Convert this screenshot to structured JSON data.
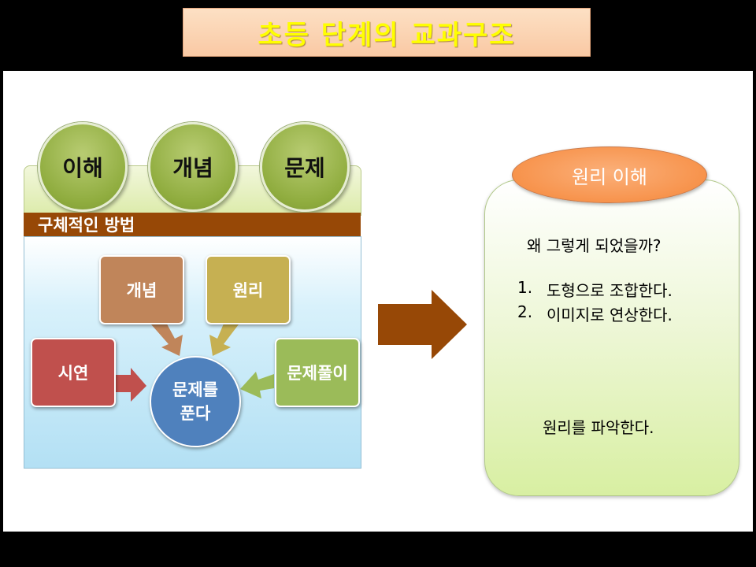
{
  "title": "초등 단계의 교과구조",
  "top_circles": [
    "이해",
    "개념",
    "문제"
  ],
  "method_label": "구체적인 방법",
  "method_boxes": {
    "concept": "개념",
    "principle": "원리",
    "demo": "시연",
    "problem_solving": "문제풀이"
  },
  "center": {
    "line1": "문제를",
    "line2": "푼다"
  },
  "right": {
    "oval_label": "원리 이해",
    "question": "왜 그렇게 되었을까?",
    "item1_num": "1.",
    "item1": "도형으로 조합한다.",
    "item2_num": "2.",
    "item2": "이미지로 연상한다.",
    "conclusion": "원리를 파악한다."
  },
  "colors": {
    "concept_box": "#c0855a",
    "principle_box": "#c6b052",
    "demo_box": "#c0504d",
    "problem_box": "#9bbb59",
    "center_circle": "#4f81bd",
    "method_bar": "#974806",
    "big_arrow": "#974806"
  }
}
